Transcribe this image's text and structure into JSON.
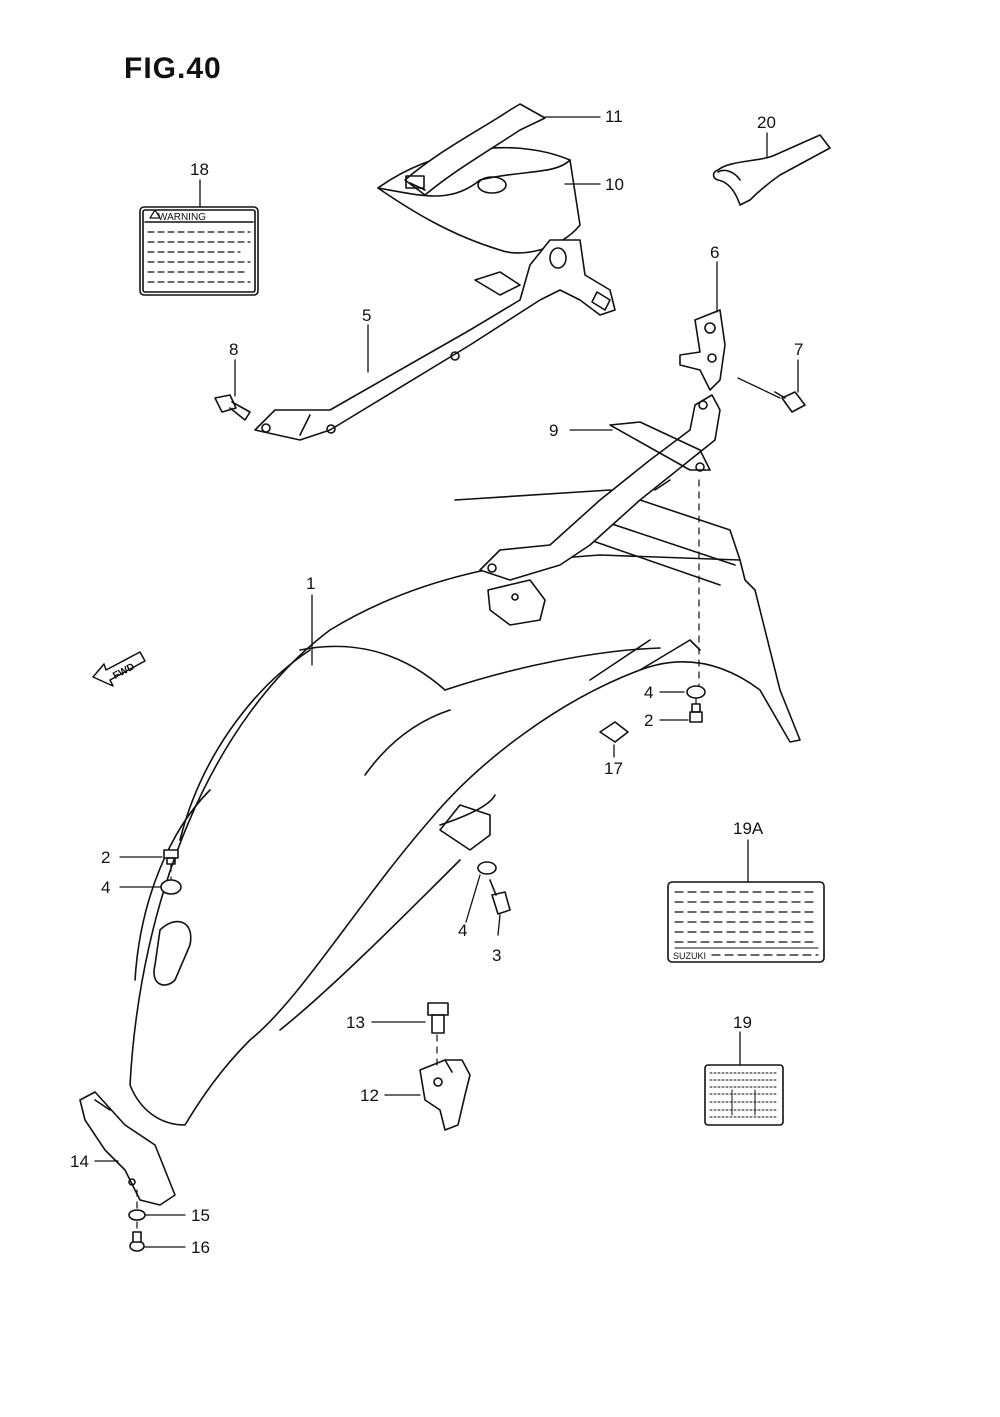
{
  "figure": {
    "title": "FIG.40"
  },
  "callouts": {
    "c1": "1",
    "c2a": "2",
    "c2b": "2",
    "c3": "3",
    "c4a": "4",
    "c4b": "4",
    "c4c": "4",
    "c5": "5",
    "c6": "6",
    "c7": "7",
    "c8": "8",
    "c9": "9",
    "c10": "10",
    "c11": "11",
    "c12": "12",
    "c13": "13",
    "c14": "14",
    "c15": "15",
    "c16": "16",
    "c17": "17",
    "c18": "18",
    "c19": "19",
    "c19a": "19A",
    "c20": "20"
  },
  "warning_label": {
    "heading": "WARNING"
  },
  "info_label": {
    "brand": "SUZUKI"
  },
  "fwd_arrow": {
    "text": "FWD",
    "icon": "forward-arrow-icon"
  }
}
